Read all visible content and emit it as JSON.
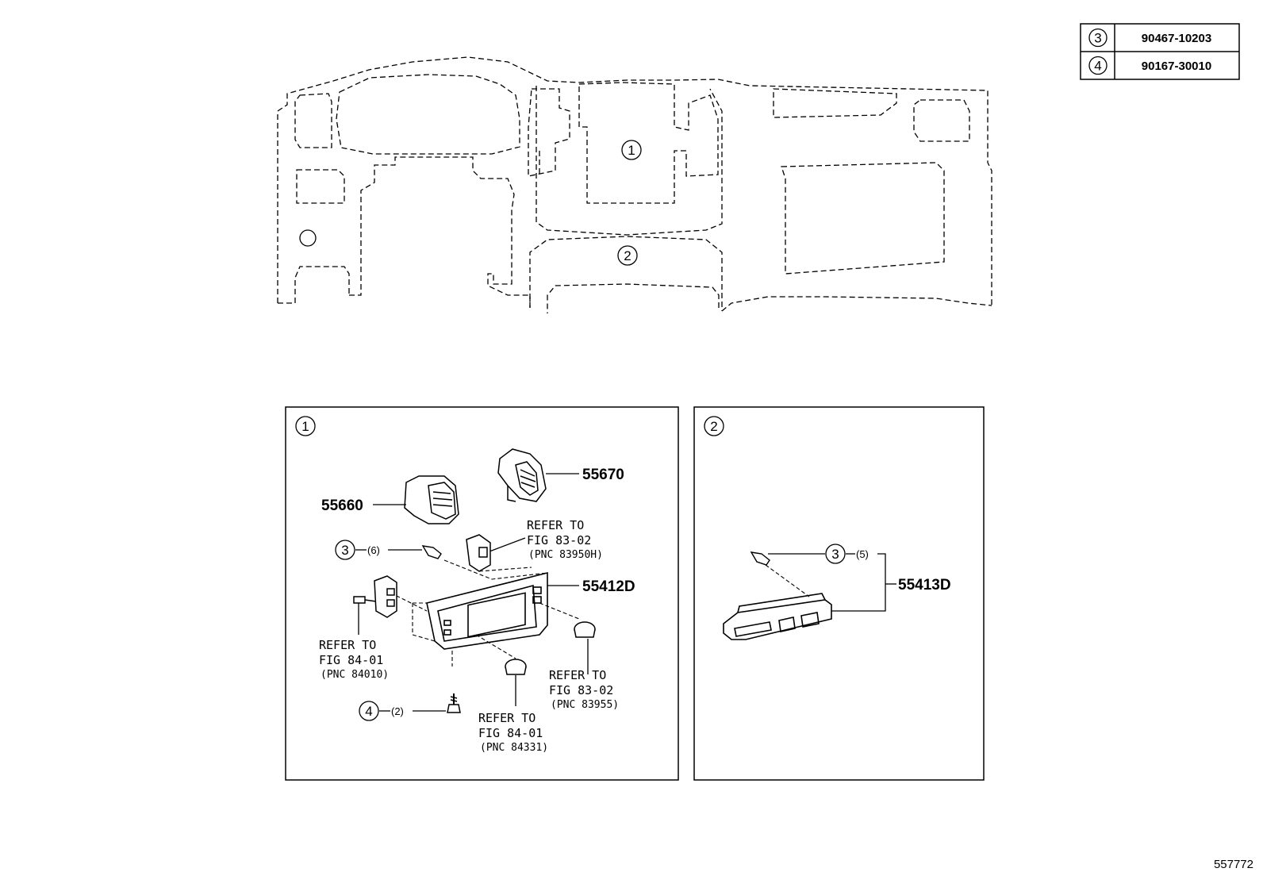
{
  "legend_table": {
    "rows": [
      {
        "key": "3",
        "part": "90467-10203"
      },
      {
        "key": "4",
        "part": "90167-30010"
      }
    ]
  },
  "overview": {
    "callout_1": "1",
    "callout_2": "2"
  },
  "panel_1": {
    "tag": "1",
    "part_55660": "55660",
    "part_55670": "55670",
    "part_55412D": "55412D",
    "ref_a_line1": "REFER TO",
    "ref_a_line2": "FIG 83-02",
    "ref_a_pnc": "(PNC 83950H)",
    "clip_key": "3",
    "clip_qty": "(6)",
    "ref_b_line1": "REFER TO",
    "ref_b_line2": "FIG 84-01",
    "ref_b_pnc": "(PNC 84010)",
    "ref_c_line1": "REFER TO",
    "ref_c_line2": "FIG 83-02",
    "ref_c_pnc": "(PNC 83955)",
    "screw_key": "4",
    "screw_qty": "(2)",
    "ref_d_line1": "REFER TO",
    "ref_d_line2": "FIG 84-01",
    "ref_d_pnc": "(PNC 84331)"
  },
  "panel_2": {
    "tag": "2",
    "clip_key": "3",
    "clip_qty": "(5)",
    "part_55413D": "55413D"
  },
  "footer": {
    "diagram_id": "557772"
  }
}
